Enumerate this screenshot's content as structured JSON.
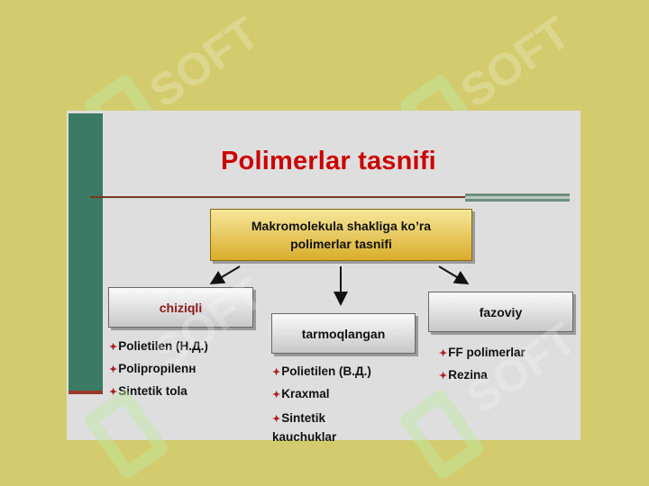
{
  "title": "Polimerlar tasnifi",
  "main_box": {
    "line1": "Makromolekula shakliga ko’ra",
    "line2": "polimerlar  tasnifi"
  },
  "categories": [
    {
      "label": "chiziqli",
      "items": [
        "Polietilen (Н.Д.)",
        "Polipropilenн",
        "Sintetik tola"
      ]
    },
    {
      "label": "tarmoqlangan",
      "items": [
        "Polietilen (В.Д.)",
        "Kraxmal",
        "Sintetik kauchuklar"
      ]
    },
    {
      "label": "fazoviy",
      "items": [
        "FF polimerlar",
        "Rezina"
      ]
    }
  ],
  "bullet": "✦",
  "watermark": "SOFT",
  "colors": {
    "background": "#d3cc6e",
    "slide": "#dedede",
    "title": "#cc0000",
    "sidebar": "#3b7a64",
    "main_box": "#e8c85a"
  }
}
